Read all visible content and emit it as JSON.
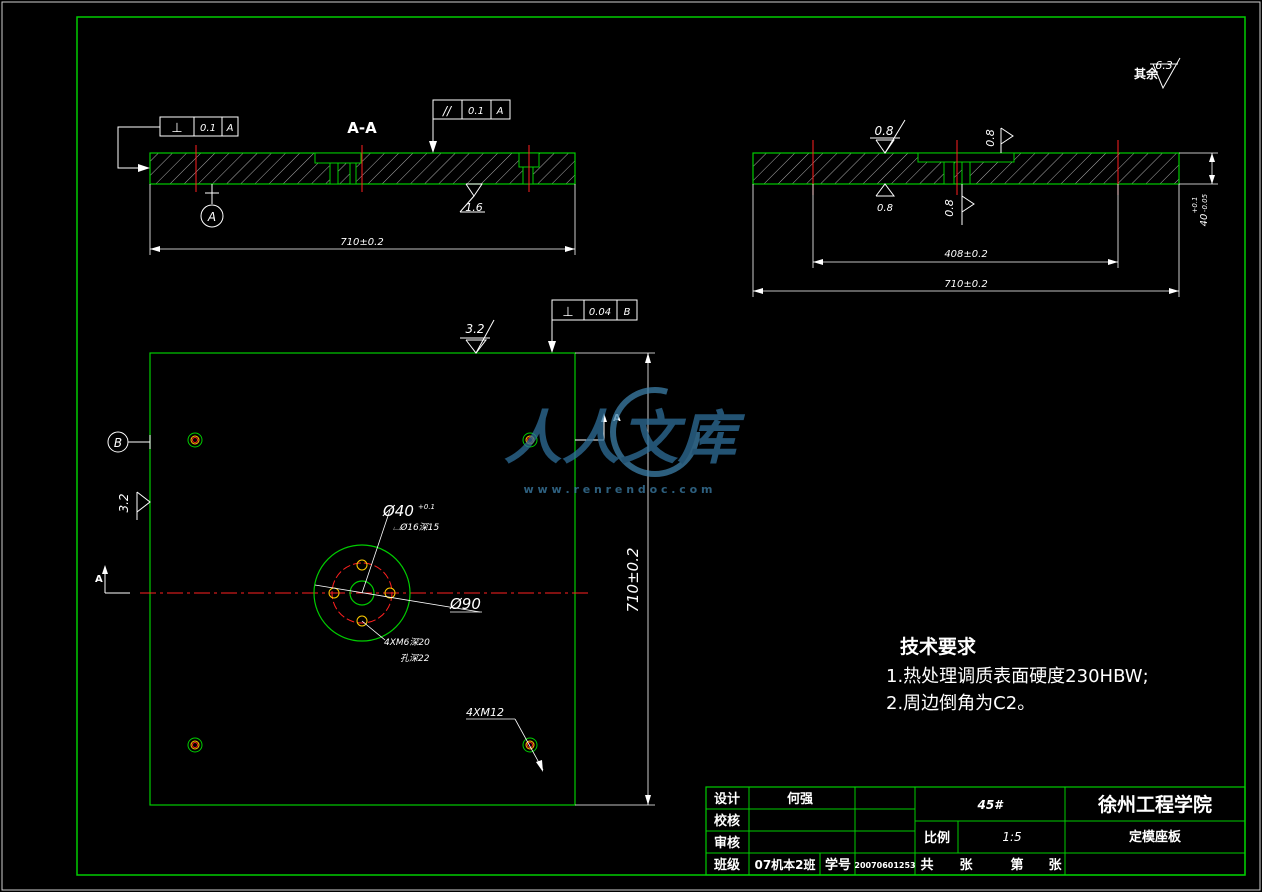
{
  "section_label": "A-A",
  "section_arrow_label": "A",
  "datum_a": "A",
  "datum_b": "B",
  "fcf_left": {
    "symbol": "⊥",
    "value": "0.1",
    "datum": "A"
  },
  "fcf_top": {
    "symbol": "//",
    "value": "0.1",
    "datum": "A"
  },
  "fcf_plan": {
    "symbol": "⊥",
    "value": "0.04",
    "datum": "B"
  },
  "roughness": {
    "left_bottom": "1.6",
    "other": "其余",
    "other_value": "6.3",
    "right_top": "0.8",
    "right_top2": "0.8",
    "right_bottom": "0.8",
    "right_bottom2": "0.8",
    "plan_top": "3.2",
    "plan_left": "3.2"
  },
  "dims": {
    "left_length": "710±0.2",
    "right_inner": "408±0.2",
    "right_length": "710±0.2",
    "thickness": "40",
    "thickness_tol_top": "+0.1",
    "thickness_tol_bot": "-0.05",
    "plan_height": "710±0.2",
    "center_bore": "Ø40",
    "center_bore_tol": "+0.1",
    "counterbore": "⌴Ø16深15",
    "outer_circle": "Ø90",
    "thread_center": "4XM6深20",
    "thread_center_sub": "孔深22",
    "thread_corner": "4XM12"
  },
  "watermark": {
    "text": "人人文库",
    "url": "w w w . r e n r e n d o c . c o m"
  },
  "tech_req": {
    "title": "技术要求",
    "items": [
      "1.热处理调质表面硬度230HBW;",
      "2.周边倒角为C2。"
    ]
  },
  "title_block": {
    "design_label": "设计",
    "designer": "何强",
    "check_label": "校核",
    "review_label": "审核",
    "class_label": "班级",
    "class_value": "07机本2班",
    "id_label": "学号",
    "id_value": "20070601253",
    "material": "45#",
    "school": "徐州工程学院",
    "scale_label": "比例",
    "scale_value": "1:5",
    "part_name": "定模座板",
    "total_label": "共",
    "sheet_unit": "张",
    "nth_label": "第",
    "sheet_unit2": "张"
  }
}
